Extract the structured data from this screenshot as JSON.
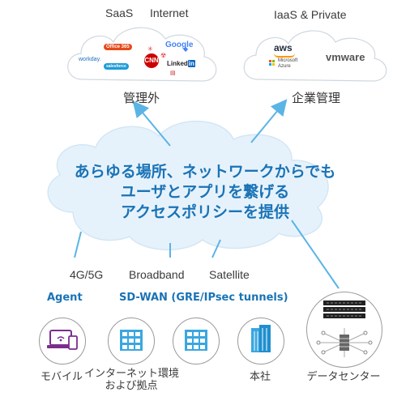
{
  "top_left": {
    "label_saas": "SaaS",
    "label_internet": "Internet",
    "caption": "管理外",
    "logos": {
      "office": "Office 365",
      "google": "Google",
      "workday": "workday.",
      "cnn": "CNN",
      "linkedin": "Linked",
      "linkedin_in": "in",
      "salesforce": "salesforce"
    }
  },
  "top_right": {
    "label": "IaaS & Private",
    "caption": "企業管理",
    "logos": {
      "aws": "aws",
      "azure_line1": "Microsoft",
      "azure_line2": "Azure",
      "vmware": "vmware"
    }
  },
  "center_cloud": {
    "line1": "あらゆる場所、ネットワークからでも",
    "line2": "ユーザとアプリを繋げる",
    "line3": "アクセスポリシーを提供"
  },
  "connections": {
    "cell": "4G/5G",
    "broadband": "Broadband",
    "satellite": "Satellite"
  },
  "agent_label": "Agent",
  "sdwan_label": "SD-WAN (GRE/IPsec tunnels)",
  "endpoints": [
    {
      "caption": "モバイル"
    },
    {
      "caption_line1": "インターネット環境",
      "caption_line2": "および拠点"
    },
    {
      "caption": "本社"
    },
    {
      "caption": "データセンター"
    }
  ],
  "colors": {
    "accent_blue": "#1a73b6",
    "arrow_blue": "#5ab4e5",
    "cloud_fill": "#e6f2fb",
    "mobile_purple": "#7b2d8e",
    "building_blue": "#3aa7e0"
  }
}
